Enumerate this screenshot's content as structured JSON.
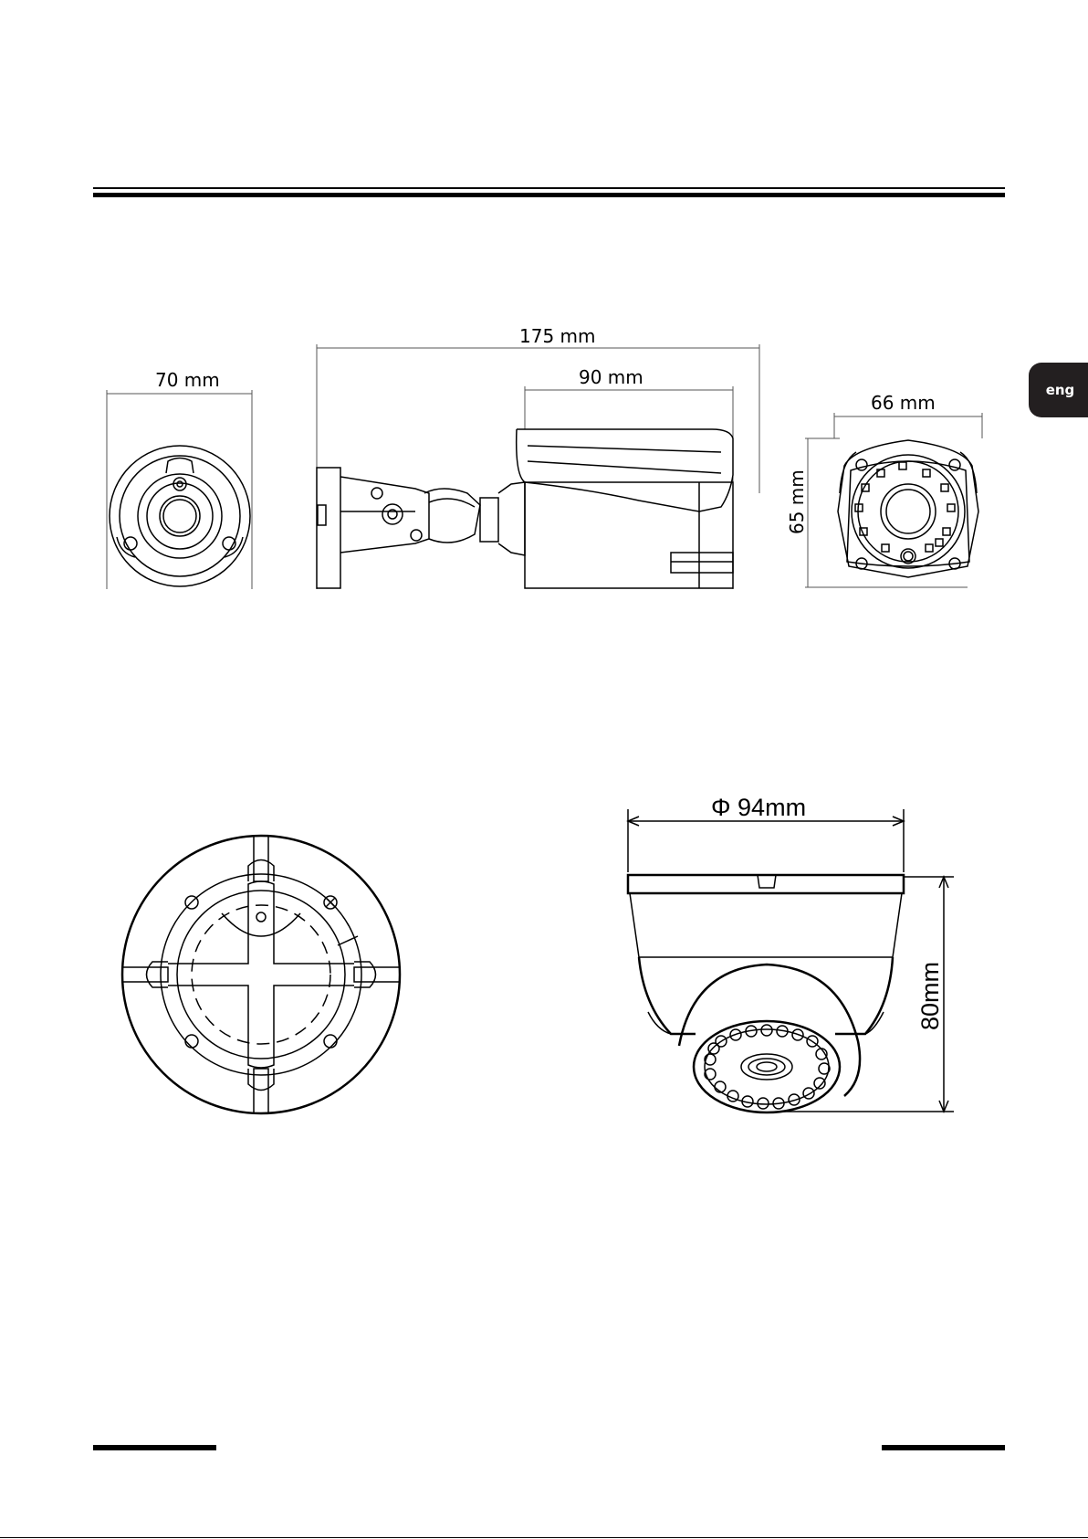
{
  "language_tab": "eng",
  "bullet_camera": {
    "front_width": "70 mm",
    "total_length": "175 mm",
    "housing_length": "90 mm",
    "back_width": "66 mm",
    "back_height": "65 mm"
  },
  "dome_camera": {
    "diameter": "Φ 94mm",
    "height": "80mm"
  }
}
